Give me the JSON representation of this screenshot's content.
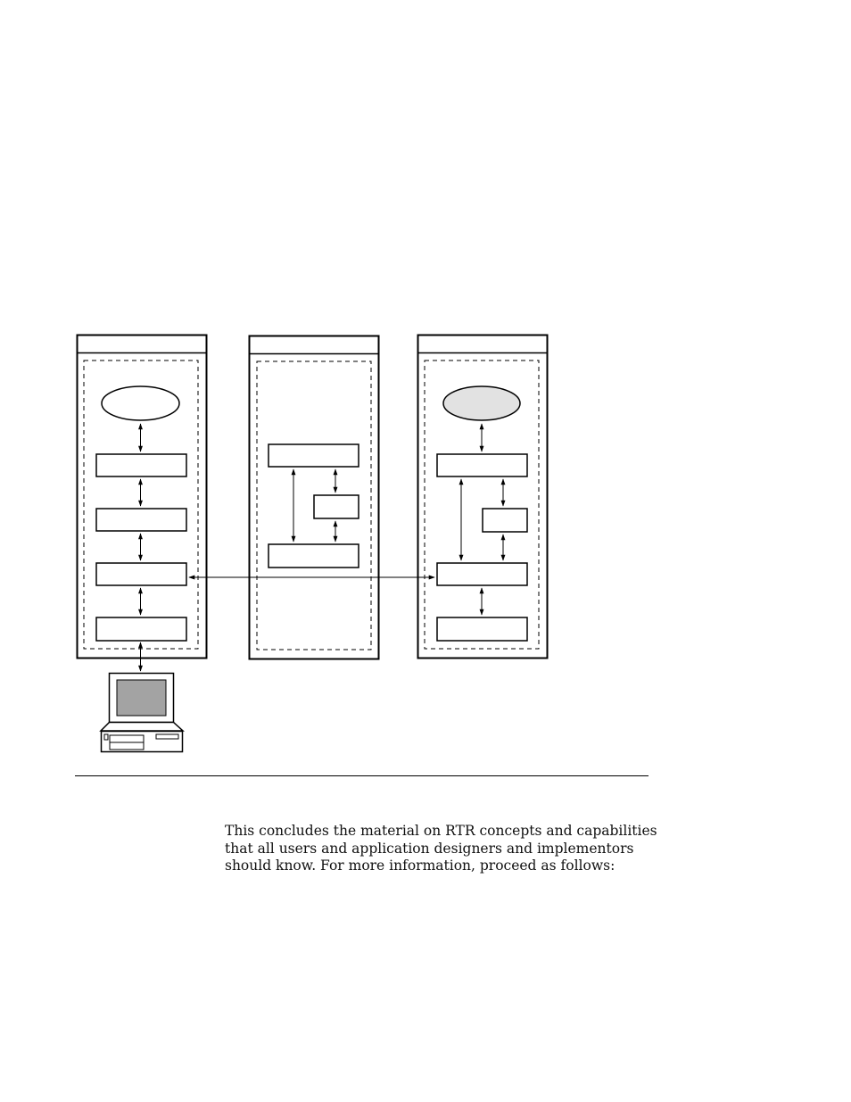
{
  "colors": {
    "ink": "#000000",
    "highlight_oval": "#e2e2e2",
    "monitor_screen": "#a3a3a3",
    "paper": "#ffffff"
  },
  "figure": {
    "nodes": [
      {
        "id": "left-node",
        "title": ""
      },
      {
        "id": "middle-node",
        "title": ""
      },
      {
        "id": "right-node",
        "title": ""
      }
    ],
    "icons": [
      "computer-icon"
    ]
  },
  "paragraph": {
    "lines": [
      "This concludes the material on RTR concepts and capabilities",
      "that all users and application designers and implementors",
      "should know.  For more information, proceed as follows:"
    ]
  }
}
